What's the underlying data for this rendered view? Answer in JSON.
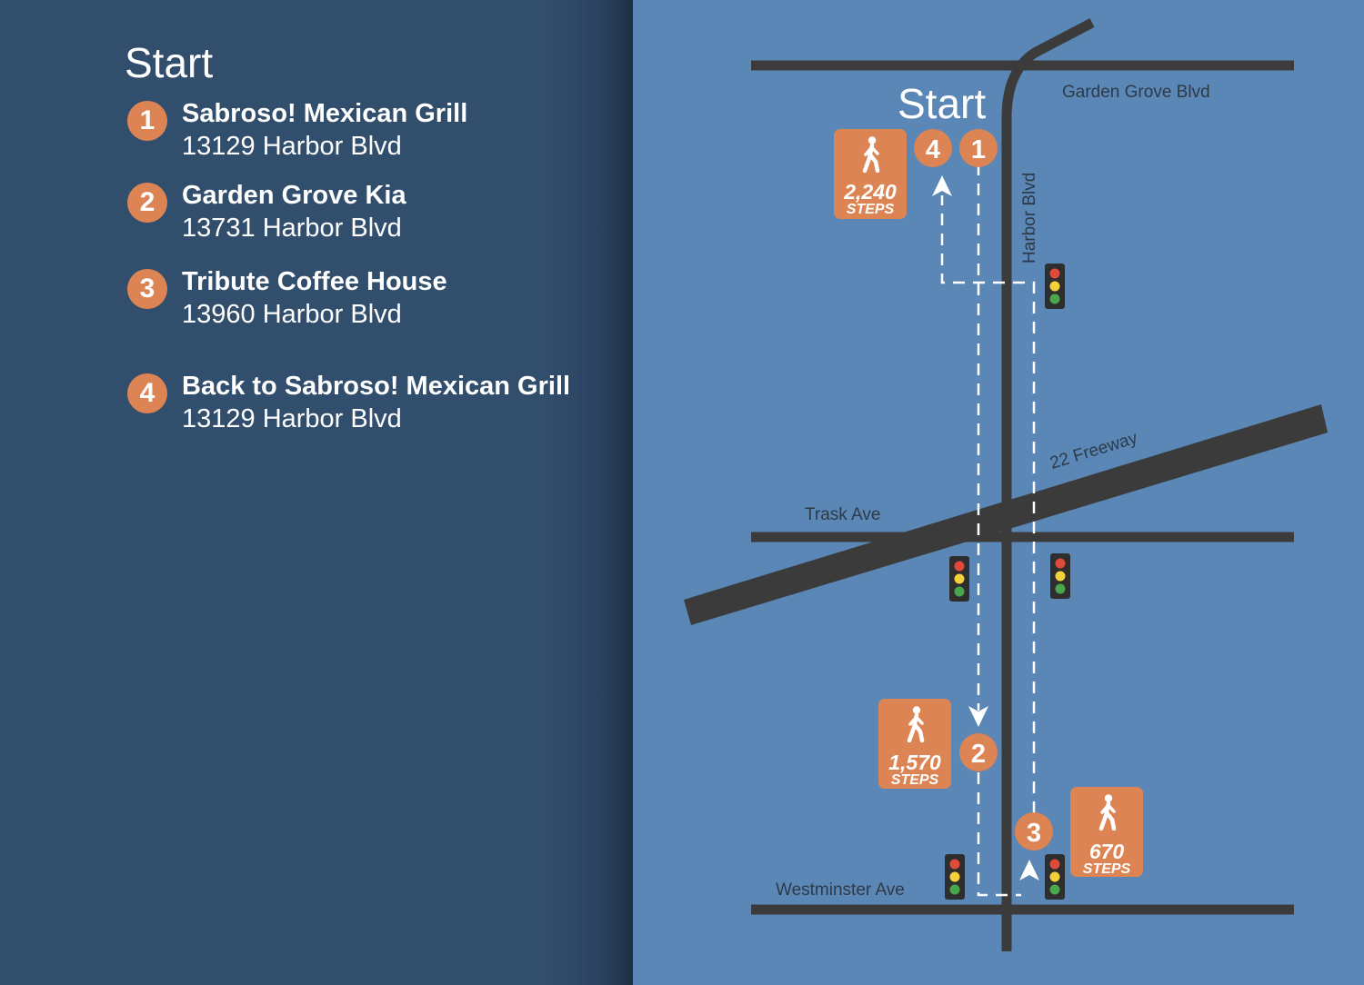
{
  "sidebar": {
    "title": "Start",
    "stops": [
      {
        "number": "1",
        "name": "Sabroso! Mexican Grill",
        "address": "13129 Harbor Blvd"
      },
      {
        "number": "2",
        "name": "Garden Grove Kia",
        "address": "13731 Harbor Blvd"
      },
      {
        "number": "3",
        "name": "Tribute Coffee House",
        "address": "13960 Harbor Blvd"
      },
      {
        "number": "4",
        "name": "Back to Sabroso! Mexican Grill",
        "address": "13129 Harbor Blvd"
      }
    ]
  },
  "map": {
    "start_label": "Start",
    "roads": {
      "garden_grove": "Garden Grove Blvd",
      "harbor": "Harbor Blvd",
      "freeway": "22 Freeway",
      "trask": "Trask Ave",
      "westminster": "Westminster Ave"
    },
    "pins": [
      "1",
      "2",
      "3",
      "4"
    ],
    "step_badges": [
      {
        "count": "2,240",
        "unit": "STEPS"
      },
      {
        "count": "1,570",
        "unit": "STEPS"
      },
      {
        "count": "670",
        "unit": "STEPS"
      }
    ]
  },
  "colors": {
    "sidebar_bg": "#324e6d",
    "map_bg": "#5b87b6",
    "road": "#3b3b3b",
    "accent_orange": "#dc8454",
    "route_dash": "#ffffff"
  }
}
